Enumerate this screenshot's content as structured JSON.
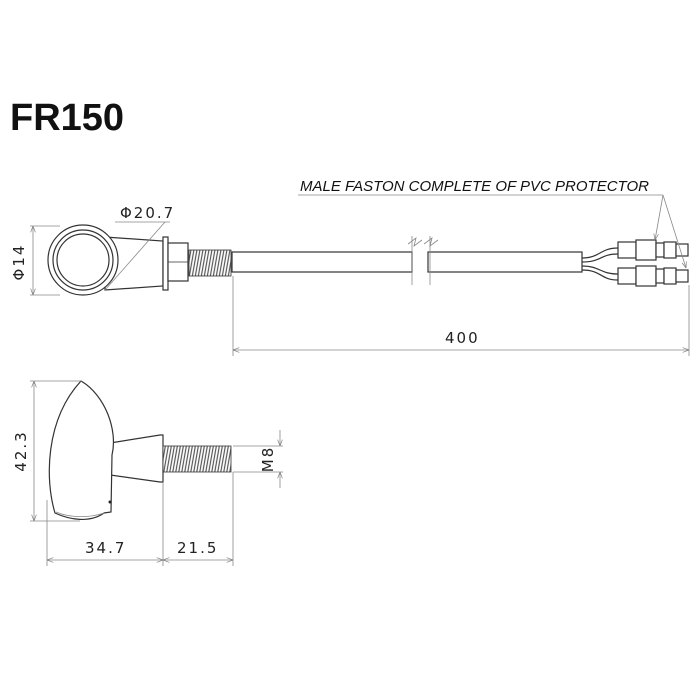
{
  "title": "FR150",
  "note": "MALE FASTON COMPLETE OF PVC PROTECTOR",
  "dimensions": {
    "ring_diameter": "Φ20.7",
    "lens_diameter": "Φ14",
    "cable_length": "400",
    "height": "42.3",
    "body_length": "34.7",
    "thread_length": "21.5",
    "thread_size": "M8"
  }
}
